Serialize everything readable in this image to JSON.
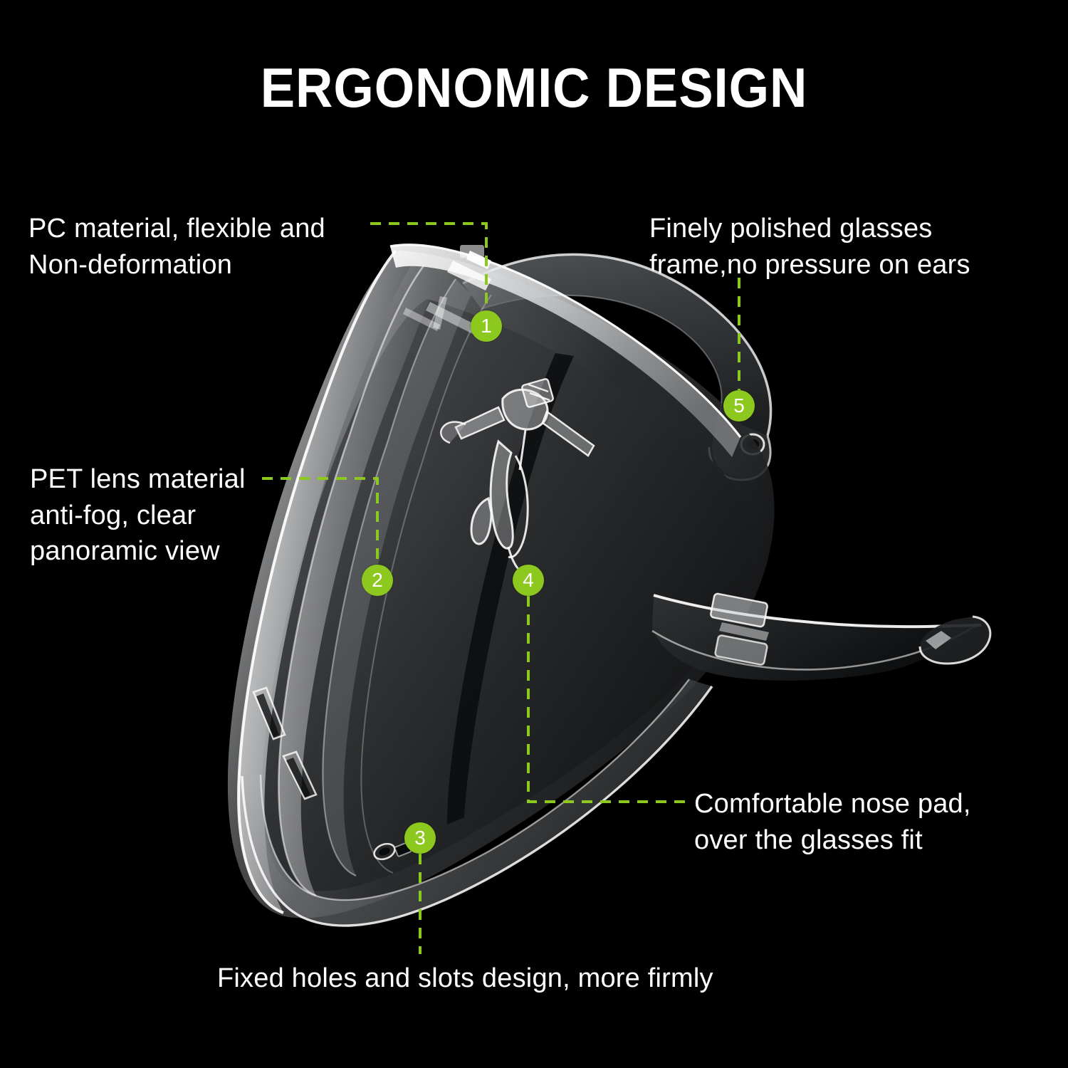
{
  "header": {
    "title": "ERGONOMIC DESIGN"
  },
  "theme": {
    "background": "#000000",
    "text_color": "#ffffff",
    "accent_green": "#8cc81e"
  },
  "product": {
    "name": "safety-face-shield-over-glasses",
    "description": "Transparent PC/PET anti-fog safety face shield goggles shown at three-quarter angle"
  },
  "callouts": [
    {
      "number": "1",
      "text": "PC material, flexible and\nNon-deformation",
      "position": "top-left"
    },
    {
      "number": "2",
      "text": "PET lens material\nanti-fog, clear\npanoramic view",
      "position": "middle-left"
    },
    {
      "number": "3",
      "text": "Fixed holes and slots design, more firmly",
      "position": "bottom-center"
    },
    {
      "number": "4",
      "text": "Comfortable nose pad,\nover the glasses fit",
      "position": "bottom-right"
    },
    {
      "number": "5",
      "text": "Finely polished glasses\nframe,no pressure on ears",
      "position": "top-right"
    }
  ]
}
